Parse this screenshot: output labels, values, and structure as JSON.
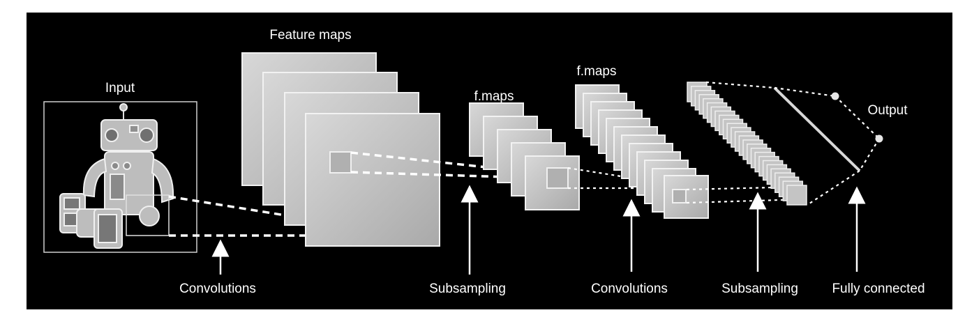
{
  "labels": {
    "input": "Input",
    "feature_maps": "Feature maps",
    "fmaps_1": "f.maps",
    "fmaps_2": "f.maps",
    "output": "Output"
  },
  "captions": {
    "convolutions_1": "Convolutions",
    "subsampling_1": "Subsampling",
    "convolutions_2": "Convolutions",
    "subsampling_2": "Subsampling",
    "fully_connected": "Fully connected"
  },
  "colors": {
    "background": "#000000",
    "panel_fill": "#bdbdbd",
    "panel_edge": "#f2f2f2",
    "line": "#ffffff"
  },
  "icons": {
    "input_image": "robot-toy-icon"
  }
}
